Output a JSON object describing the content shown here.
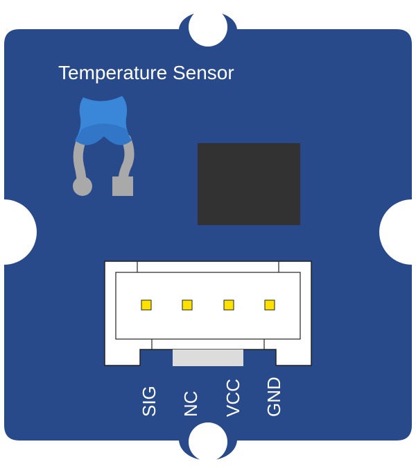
{
  "board": {
    "title": "Temperature Sensor"
  },
  "connector": {
    "pins": [
      {
        "label": "SIG"
      },
      {
        "label": "NC"
      },
      {
        "label": "VCC"
      },
      {
        "label": "GND"
      }
    ]
  },
  "colors": {
    "board": "#284a8a",
    "thermistor": "#3a86d8",
    "leads": "#a9a9a9",
    "chip": "#323232",
    "connector": "#ffffff",
    "pin": "#ffe100"
  },
  "icons": {
    "thermistor": "thermistor-icon",
    "chip": "ic-chip-icon",
    "mounting_hole": "mounting-hole-icon"
  }
}
